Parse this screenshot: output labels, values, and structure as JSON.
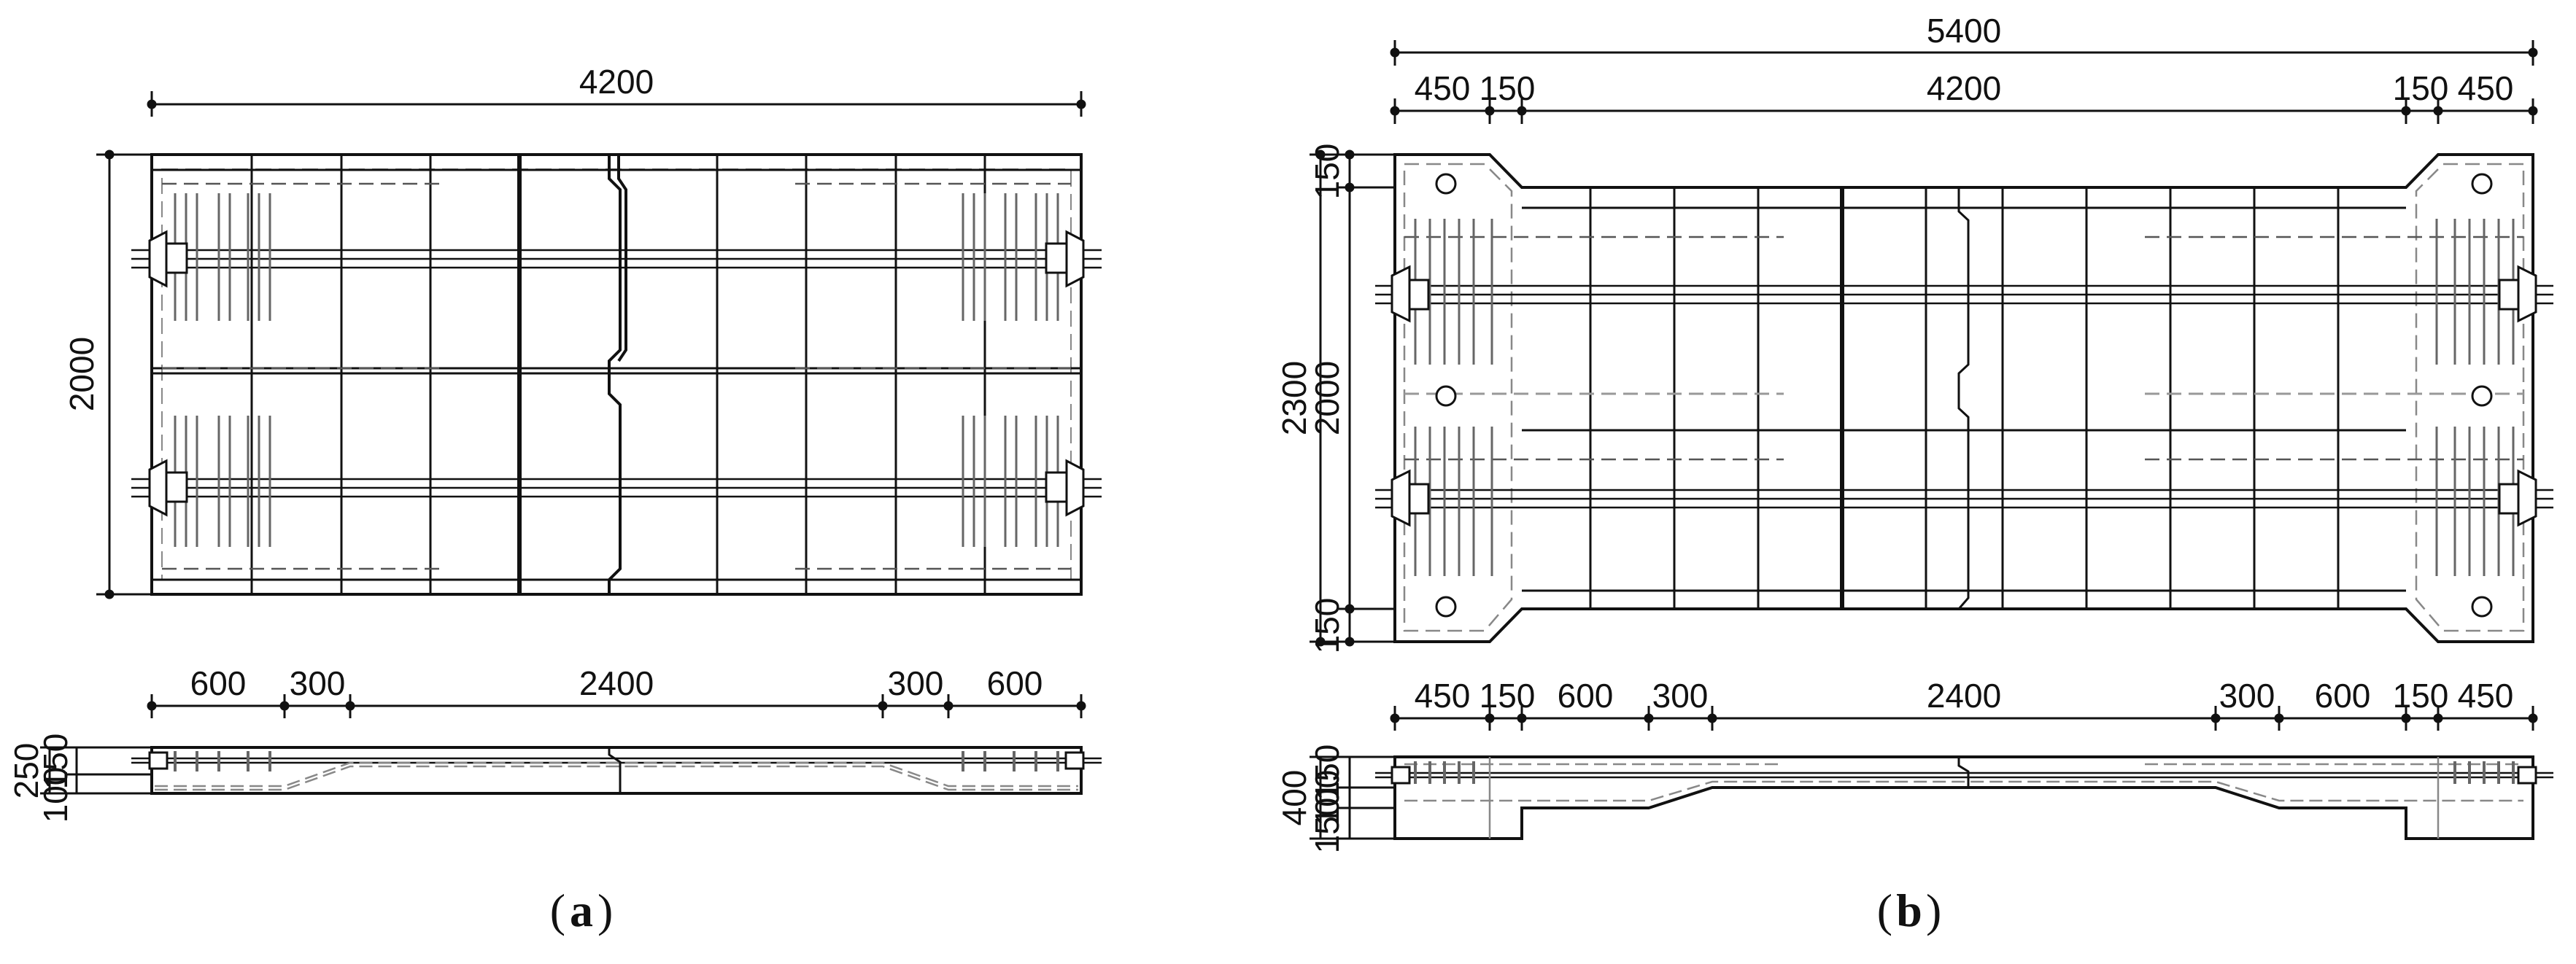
{
  "panel_a": {
    "plan": {
      "width_label": "4200",
      "height_label": "2000"
    },
    "section": {
      "segments": [
        "600",
        "300",
        "2400",
        "300",
        "600"
      ],
      "total_depth": "250",
      "depths": [
        "150",
        "100"
      ]
    },
    "caption": {
      "letter": "a"
    }
  },
  "panel_b": {
    "plan": {
      "overall_label": "5400",
      "segments": [
        "450",
        "150",
        "4200",
        "150",
        "450"
      ],
      "total_height": "2300",
      "inner_height": "2000",
      "edge_top": "150",
      "edge_bottom": "150"
    },
    "section": {
      "segments": [
        "450",
        "150",
        "600",
        "300",
        "2400",
        "300",
        "600",
        "150",
        "450"
      ],
      "total_depth": "400",
      "depths": [
        "150",
        "100",
        "150"
      ]
    },
    "caption": {
      "letter": "b"
    }
  }
}
